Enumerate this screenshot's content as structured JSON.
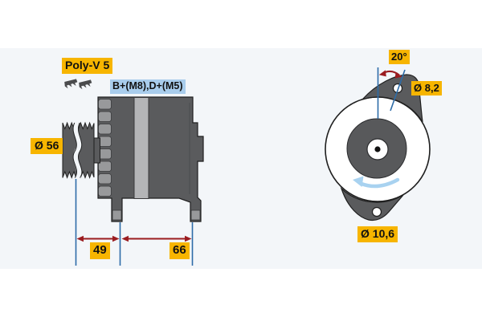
{
  "figure": {
    "type": "technical-drawing",
    "subject": "alternator two-view dimension drawing",
    "background": "#ffffff",
    "band_color": "#f3f6f9"
  },
  "colors": {
    "label_yellow": "#f7b500",
    "label_blue": "#a9cdec",
    "label_text": "#111111",
    "dimension_red": "#9b1c20",
    "dimension_blue": "#2d6ca8",
    "rotation_arrow_blue": "#a8d2f0",
    "body_dark_gray": "#5a5b5d",
    "body_mid_gray": "#98999b",
    "stator_light_gray": "#b4b5b7",
    "outline": "#1f1f1f"
  },
  "side_view": {
    "belt_label": "Poly-V 5",
    "terminal_label": "B+(M8),D+(M5)",
    "pulley_diameter_label": "Ø 56",
    "dim_pulley_to_mount": "49",
    "dim_mount_span": "66"
  },
  "front_view": {
    "angle_label": "20°",
    "upper_hole_label": "Ø 8,2",
    "lower_hole_label": "Ø 10,6"
  }
}
